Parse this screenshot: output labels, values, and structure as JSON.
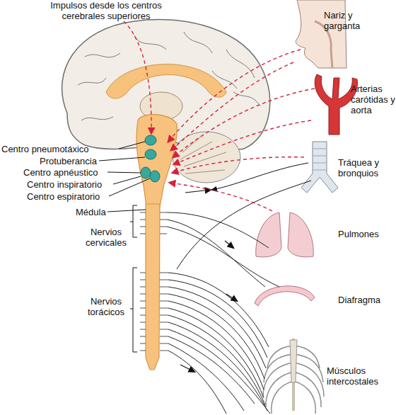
{
  "diagram": {
    "labels": [
      "Impulsos desde los centros cerebrales superiores",
      "Nariz y garganta",
      "Arterias carótidas y aorta",
      "Centro pneumotáxico",
      "Protuberancia",
      "Centro apnéustico",
      "Tráquea y bronquios",
      "Centro inspiratorio",
      "Centro espiratorio",
      "Médula",
      "Nervios cervicales",
      "Pulmones",
      "Diafragma",
      "Nervios torácicos",
      "Músculos intercostales"
    ]
  }
}
